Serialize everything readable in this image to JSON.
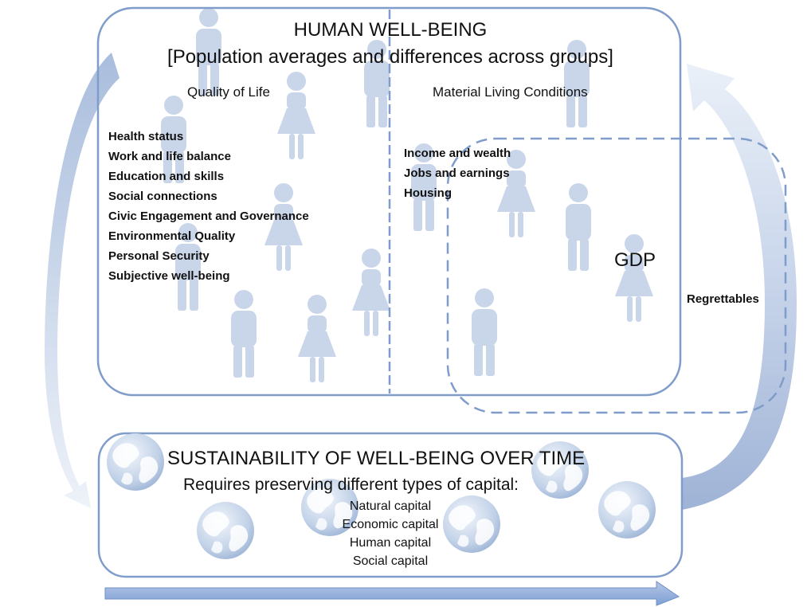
{
  "well_being": {
    "title": "HUMAN WELL-BEING",
    "subtitle": "[Population averages and differences across groups]"
  },
  "quality_of_life": {
    "heading": "Quality of Life",
    "items": [
      "Health status",
      "Work and life balance",
      "Education and skills",
      "Social connections",
      "Civic Engagement and Governance",
      "Environmental Quality",
      "Personal Security",
      "Subjective well-being"
    ]
  },
  "material_living_conditions": {
    "heading": "Material Living Conditions",
    "items": [
      "Income and wealth",
      "Jobs and earnings",
      "Housing"
    ]
  },
  "gdp": {
    "label": "GDP",
    "regrettables": "Regrettables"
  },
  "sustainability": {
    "title": "SUSTAINABILITY OF WELL-BEING OVER TIME",
    "subtitle": "Requires preserving different types of capital:",
    "capitals": [
      "Natural capital",
      "Economic capital",
      "Human capital",
      "Social capital"
    ]
  },
  "colors": {
    "box_border": "#7f9ccb",
    "person_fill": "#c9d6ea",
    "arrow_fill": "#b7c8e4",
    "globe_ocean": "#d6e1f1",
    "globe_land": "#ffffff",
    "time_arrow": "#8eaadb"
  },
  "icons": [
    "person-icon",
    "globe-icon",
    "arrow-icon"
  ]
}
